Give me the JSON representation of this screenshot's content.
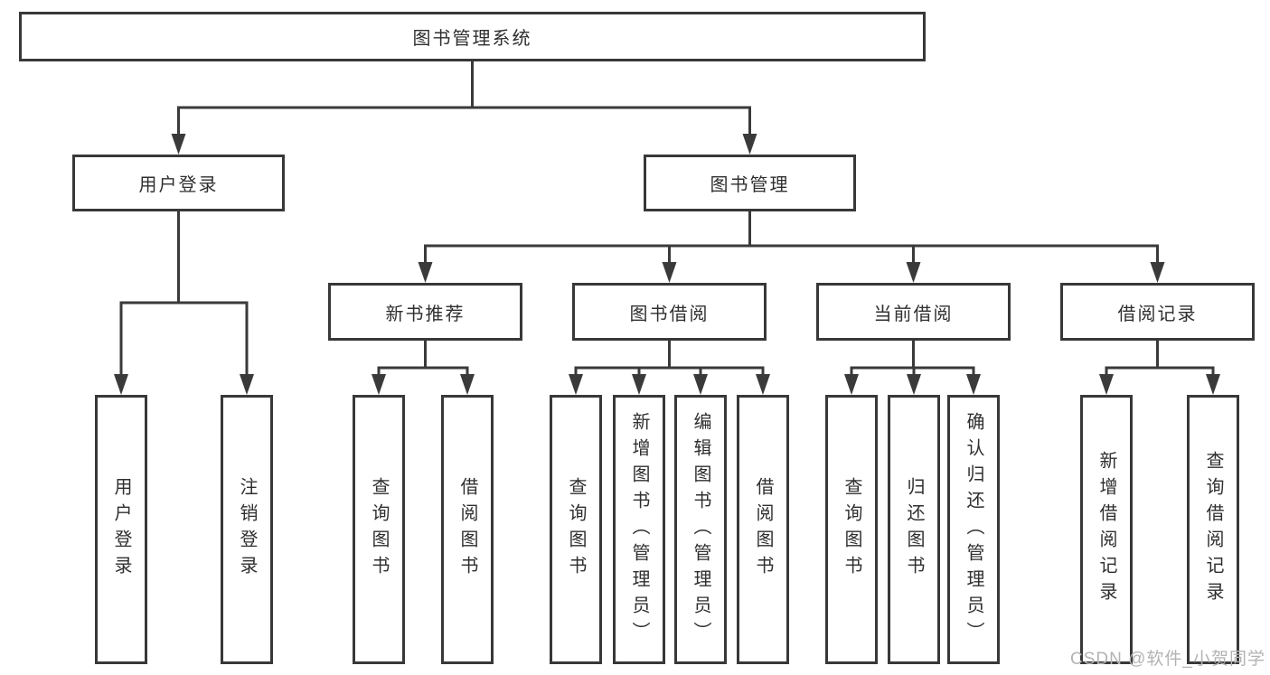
{
  "diagram": {
    "root": "图书管理系统",
    "user_branch": {
      "label": "用户登录",
      "children": [
        "用户登录",
        "注销登录"
      ]
    },
    "mgmt_branch": {
      "label": "图书管理",
      "sections": [
        {
          "label": "新书推荐",
          "children": [
            "查询图书",
            "借阅图书"
          ]
        },
        {
          "label": "图书借阅",
          "children": [
            "查询图书",
            "新增图书（管理员）",
            "编辑图书（管理员）",
            "借阅图书"
          ]
        },
        {
          "label": "当前借阅",
          "children": [
            "查询图书",
            "归还图书",
            "确认归还（管理员）"
          ]
        },
        {
          "label": "借阅记录",
          "children": [
            "新增借阅记录",
            "查询借阅记录"
          ]
        }
      ]
    }
  },
  "watermark": "CSDN @软件_小贺同学",
  "colors": {
    "line": "#3a3a3a",
    "box_border": "#383838",
    "text": "#2f2f2f",
    "watermark": "#b3b3b3",
    "background": "#ffffff"
  }
}
